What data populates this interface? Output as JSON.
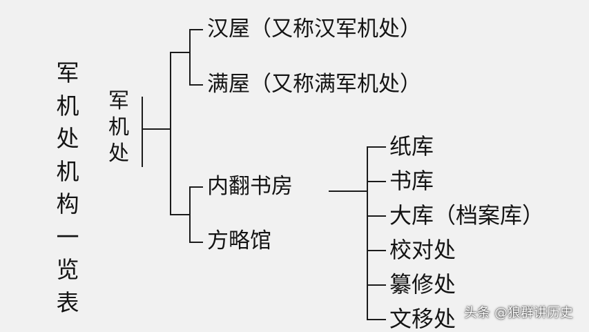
{
  "diagram": {
    "title_chars": [
      "军",
      "机",
      "处",
      "机",
      "构",
      "一",
      "览",
      "表"
    ],
    "root_chars": [
      "军",
      "机",
      "处"
    ],
    "branches": [
      "汉屋（又称汉军机处）",
      "满屋（又称满军机处）",
      "内翻书房",
      "方略馆"
    ],
    "sub_branches": [
      "纸库",
      "书库",
      "大库（档案库）",
      "校对处",
      "纂修处",
      "文移处"
    ]
  },
  "watermark": {
    "text": "头条 @狼群讲历史"
  }
}
